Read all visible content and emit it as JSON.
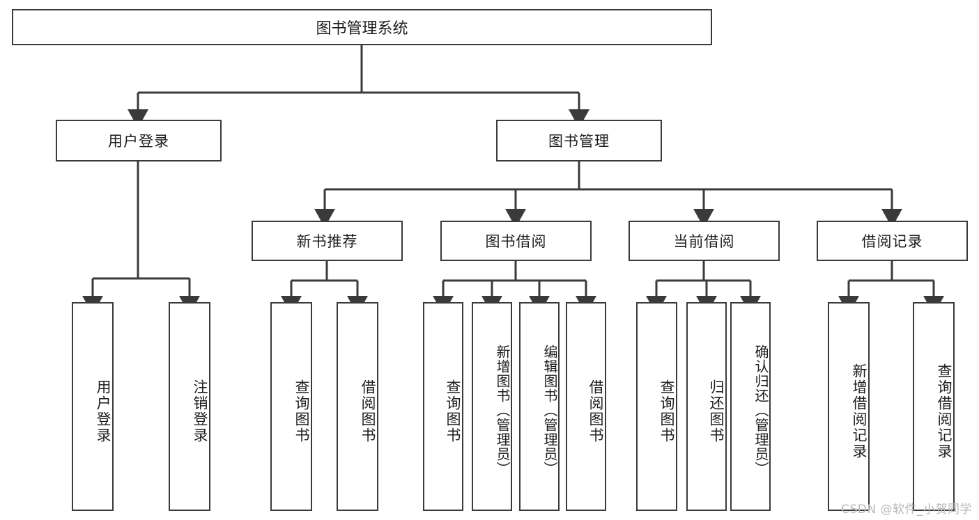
{
  "diagram": {
    "type": "hierarchy-tree",
    "title": "图书管理系统",
    "watermark": "CSDN @软件_小贺同学",
    "colors": {
      "stroke": "#3a3a3a",
      "text": "#1d1d1d",
      "background": "#ffffff",
      "watermark": "#b9b9b9"
    },
    "nodes": {
      "root": "图书管理系统",
      "level1": [
        "用户登录",
        "图书管理"
      ],
      "level2": [
        "新书推荐",
        "图书借阅",
        "当前借阅",
        "借阅记录"
      ],
      "leaves_user_login": [
        "用户登录",
        "注销登录"
      ],
      "leaves_new_book": [
        "查询图书",
        "借阅图书"
      ],
      "leaves_borrow": [
        "查询图书",
        "新增图书（管理员）",
        "编辑图书（管理员）",
        "借阅图书"
      ],
      "leaves_current": [
        "查询图书",
        "归还图书",
        "确认归还（管理员）"
      ],
      "leaves_record": [
        "新增借阅记录",
        "查询借阅记录"
      ]
    },
    "edges": [
      {
        "from": "图书管理系统",
        "to": "用户登录"
      },
      {
        "from": "图书管理系统",
        "to": "图书管理"
      },
      {
        "from": "图书管理",
        "to": "新书推荐"
      },
      {
        "from": "图书管理",
        "to": "图书借阅"
      },
      {
        "from": "图书管理",
        "to": "当前借阅"
      },
      {
        "from": "图书管理",
        "to": "借阅记录"
      },
      {
        "from": "用户登录",
        "to": "用户登录"
      },
      {
        "from": "用户登录",
        "to": "注销登录"
      },
      {
        "from": "新书推荐",
        "to": "查询图书"
      },
      {
        "from": "新书推荐",
        "to": "借阅图书"
      },
      {
        "from": "图书借阅",
        "to": "查询图书"
      },
      {
        "from": "图书借阅",
        "to": "新增图书（管理员）"
      },
      {
        "from": "图书借阅",
        "to": "编辑图书（管理员）"
      },
      {
        "from": "图书借阅",
        "to": "借阅图书"
      },
      {
        "from": "当前借阅",
        "to": "查询图书"
      },
      {
        "from": "当前借阅",
        "to": "归还图书"
      },
      {
        "from": "当前借阅",
        "to": "确认归还（管理员）"
      },
      {
        "from": "借阅记录",
        "to": "新增借阅记录"
      },
      {
        "from": "借阅记录",
        "to": "查询借阅记录"
      }
    ]
  }
}
